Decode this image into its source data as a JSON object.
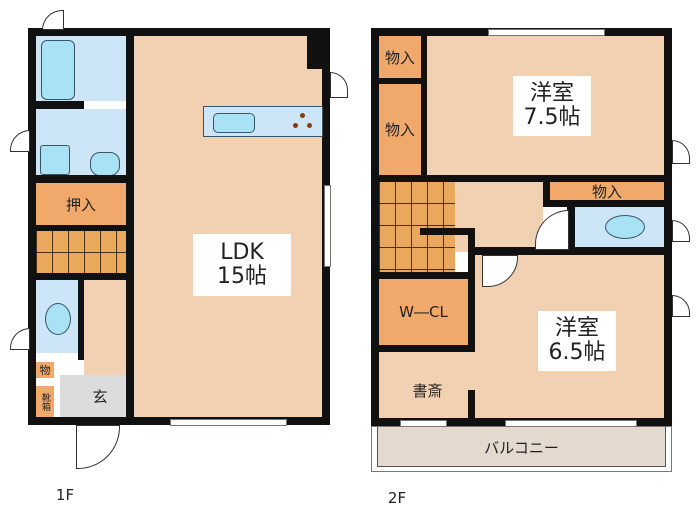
{
  "floors": [
    {
      "label": "1F",
      "rooms": {
        "ldk": {
          "name": "LDK",
          "size": "15帖"
        },
        "oshiire": {
          "name": "押入"
        },
        "monoire": {
          "name": "物"
        },
        "shoebox": {
          "name": "靴箱"
        },
        "genkan": {
          "name": "玄"
        }
      }
    },
    {
      "label": "2F",
      "rooms": {
        "western1": {
          "name": "洋室",
          "size": "7.5帖"
        },
        "western2": {
          "name": "洋室",
          "size": "6.5帖"
        },
        "storage1": {
          "name": "物入"
        },
        "storage2": {
          "name": "物入"
        },
        "storage3": {
          "name": "物入"
        },
        "wcl": {
          "name": "W―CL"
        },
        "study": {
          "name": "書斎"
        },
        "balcony": {
          "name": "バルコニー"
        }
      }
    }
  ],
  "colors": {
    "floor": "#f2d1b3",
    "closet": "#f0a96a",
    "wet_area": "#cde6f7",
    "stairs": "#eaa85d",
    "genkan": "#dcdcdc",
    "balcony": "#e3d9cf",
    "wall": "#111111"
  }
}
